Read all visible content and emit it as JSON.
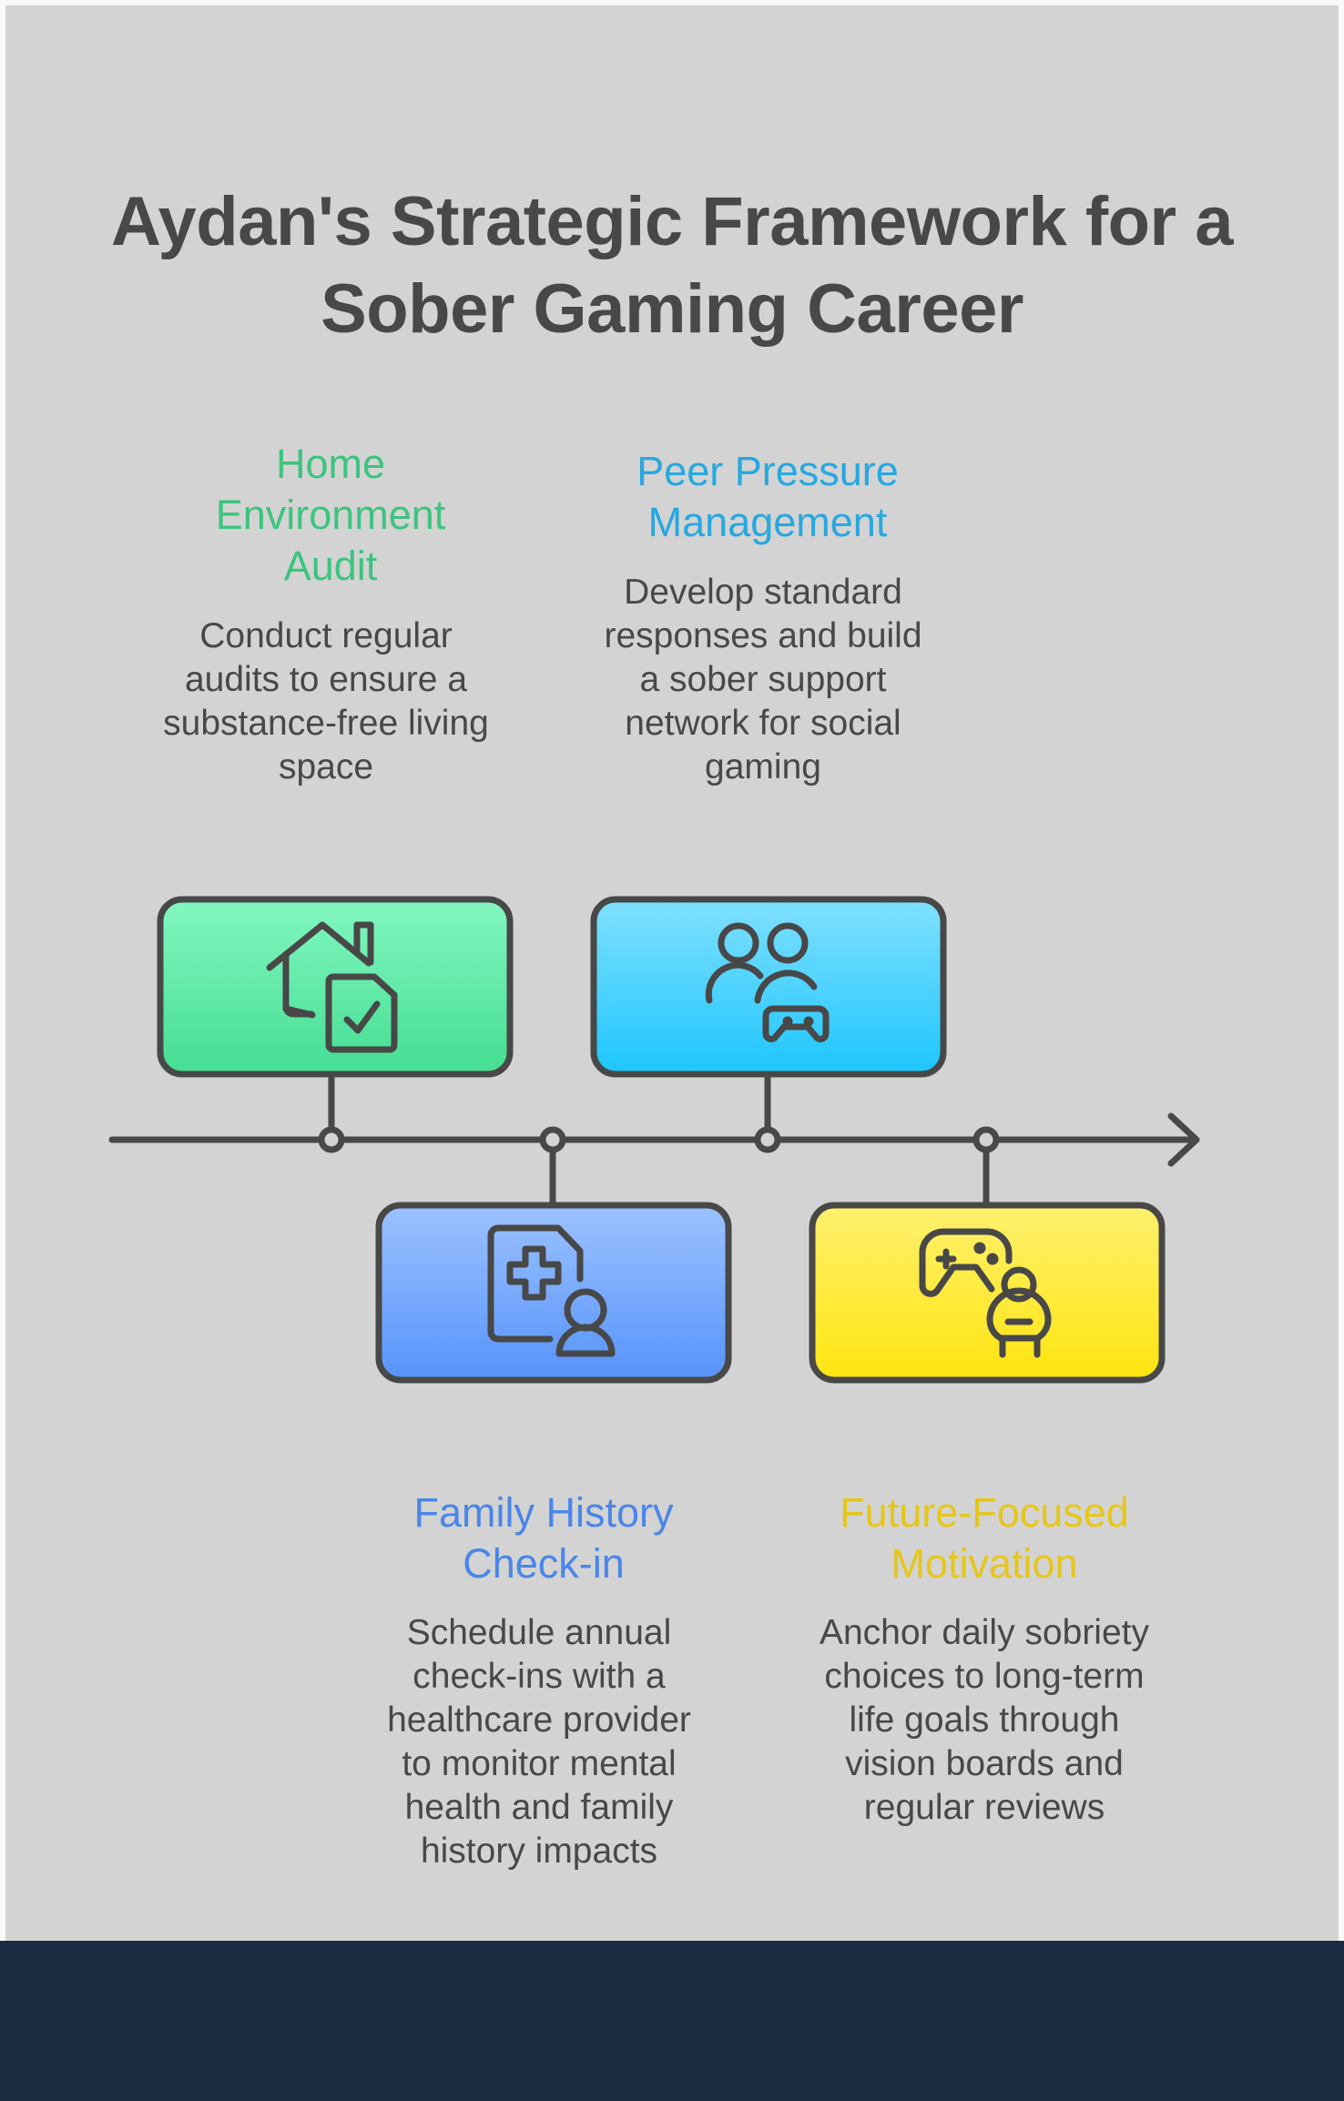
{
  "title": "Aydan's Strategic Framework for a Sober Gaming Career",
  "colors": {
    "background": "#d3d3d3",
    "outline": "#484848",
    "footer": "#1a2a40",
    "green": "#3dc47e",
    "cyan": "#27a8df",
    "blue": "#4a86e8",
    "yellow": "#e6c619"
  },
  "timeline": {
    "direction": "left-to-right",
    "steps": [
      {
        "id": "home",
        "heading": "Home Environment Audit",
        "description": "Conduct regular audits to ensure a substance-free living space",
        "icon": "house-checklist-icon",
        "position": "above",
        "accent": "#3dc47e",
        "card_gradient": [
          "#82f7c0",
          "#45dd92"
        ]
      },
      {
        "id": "family",
        "heading": "Family History Check-in",
        "description": "Schedule annual check-ins with a healthcare provider to monitor mental health and family history impacts",
        "icon": "medical-record-person-icon",
        "position": "below",
        "accent": "#4a86e8",
        "card_gradient": [
          "#9cc2ff",
          "#5693fb"
        ]
      },
      {
        "id": "peer",
        "heading": "Peer Pressure Management",
        "description": "Develop standard responses and build a sober support network for social gaming",
        "icon": "people-gamepad-icon",
        "position": "above",
        "accent": "#27a8df",
        "card_gradient": [
          "#80e0ff",
          "#1ec6fd"
        ]
      },
      {
        "id": "future",
        "heading": "Future-Focused Motivation",
        "description": "Anchor daily sobriety choices to long-term life goals through vision boards and regular reviews",
        "icon": "gamer-controller-icon",
        "position": "below",
        "accent": "#e6c619",
        "card_gradient": [
          "#fff06e",
          "#ffe50f"
        ]
      }
    ]
  }
}
